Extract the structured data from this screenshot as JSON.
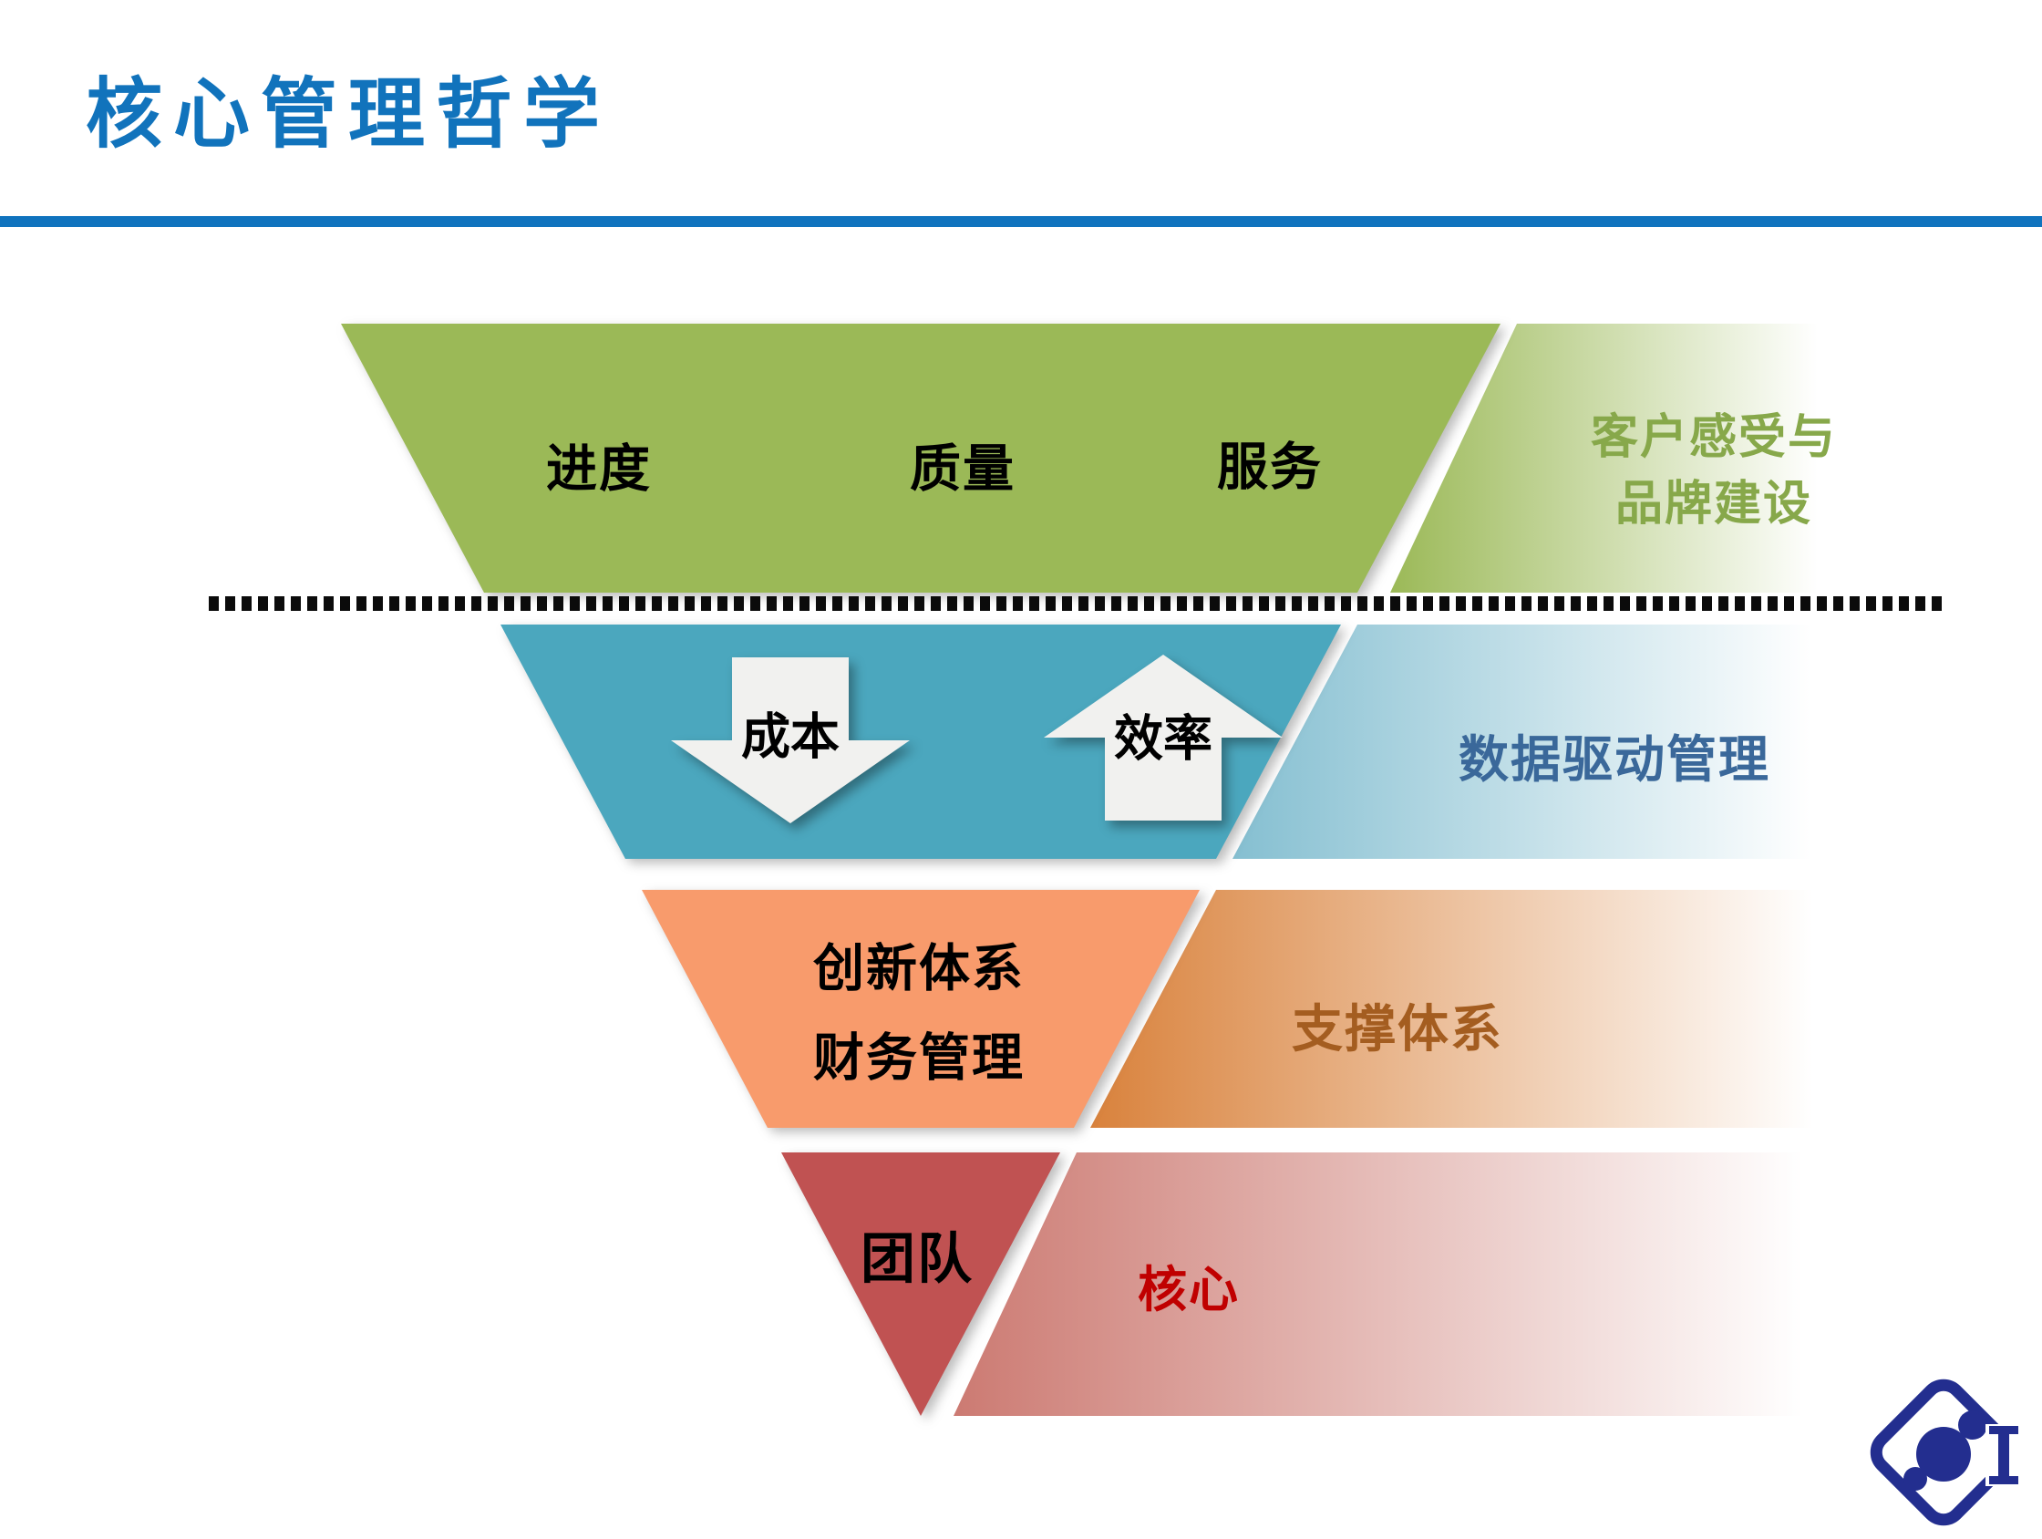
{
  "slide": {
    "title": "核心管理哲学",
    "accent_color": "#1173BC"
  },
  "funnel": {
    "layers": [
      {
        "name": "customer-experience",
        "shape_color": "#9BB957",
        "items": [
          "进度",
          "质量",
          "服务"
        ],
        "band_label_lines": [
          "客户感受与",
          "品牌建设"
        ],
        "band_label_color": "#87A84A"
      },
      {
        "name": "data-driven",
        "shape_color": "#4BA7BE",
        "down_arrow_label": "成本",
        "up_arrow_label": "效率",
        "band_label": "数据驱动管理",
        "band_label_color": "#3A689A"
      },
      {
        "name": "support-system",
        "shape_color": "#F89B6C",
        "items": [
          "创新体系",
          "财务管理"
        ],
        "band_label": "支撑体系",
        "band_label_color": "#A45D20"
      },
      {
        "name": "core",
        "shape_color": "#C05252",
        "items": [
          "团队"
        ],
        "band_label": "核心",
        "band_label_color": "#C00000"
      }
    ]
  },
  "logo": {
    "name": "company-logo",
    "color": "#232E8F"
  }
}
